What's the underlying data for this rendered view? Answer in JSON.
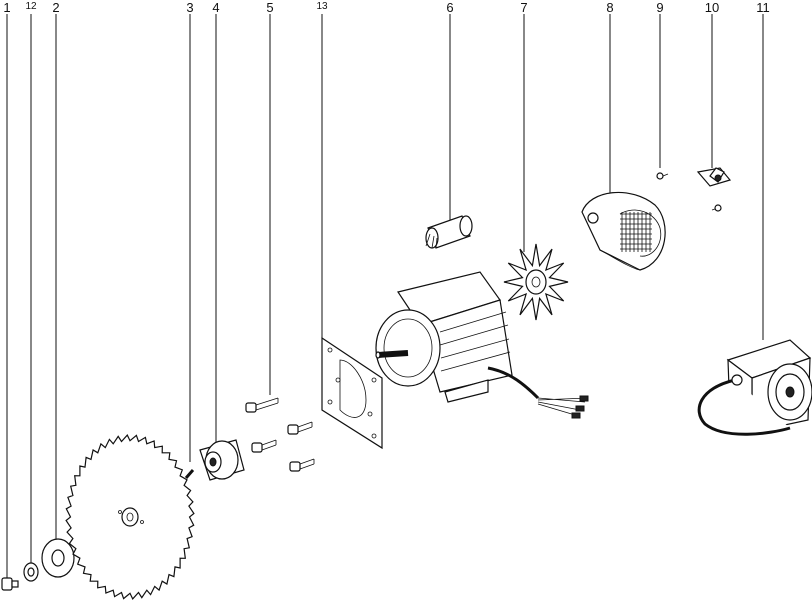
{
  "callouts": [
    {
      "id": "c1",
      "label": "1"
    },
    {
      "id": "c12",
      "label": "12"
    },
    {
      "id": "c2",
      "label": "2"
    },
    {
      "id": "c3",
      "label": "3"
    },
    {
      "id": "c4",
      "label": "4"
    },
    {
      "id": "c5",
      "label": "5"
    },
    {
      "id": "c13",
      "label": "13"
    },
    {
      "id": "c6",
      "label": "6"
    },
    {
      "id": "c7",
      "label": "7"
    },
    {
      "id": "c8",
      "label": "8"
    },
    {
      "id": "c9",
      "label": "9"
    },
    {
      "id": "c10",
      "label": "10"
    },
    {
      "id": "c11",
      "label": "11"
    }
  ]
}
